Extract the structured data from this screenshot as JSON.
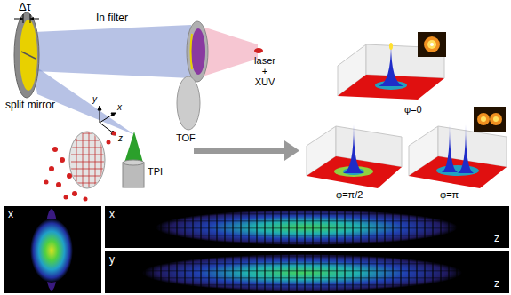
{
  "diagram": {
    "nodes": [
      {
        "text": [
          "φ=0"
        ]
      },
      {
        "text": [
          "φ=π/2"
        ]
      },
      {
        "text": [
          "φ=π"
        ]
      },
      {
        "text": [
          "x"
        ]
      },
      {
        "text": [
          "x",
          "z"
        ]
      },
      {
        "text": [
          "y",
          "z"
        ]
      }
    ],
    "labels": [
      "Δτ",
      "In filter",
      "laser + XUV",
      "split mirror",
      "x",
      "y",
      "z",
      "TOF",
      "TPI"
    ]
  }
}
